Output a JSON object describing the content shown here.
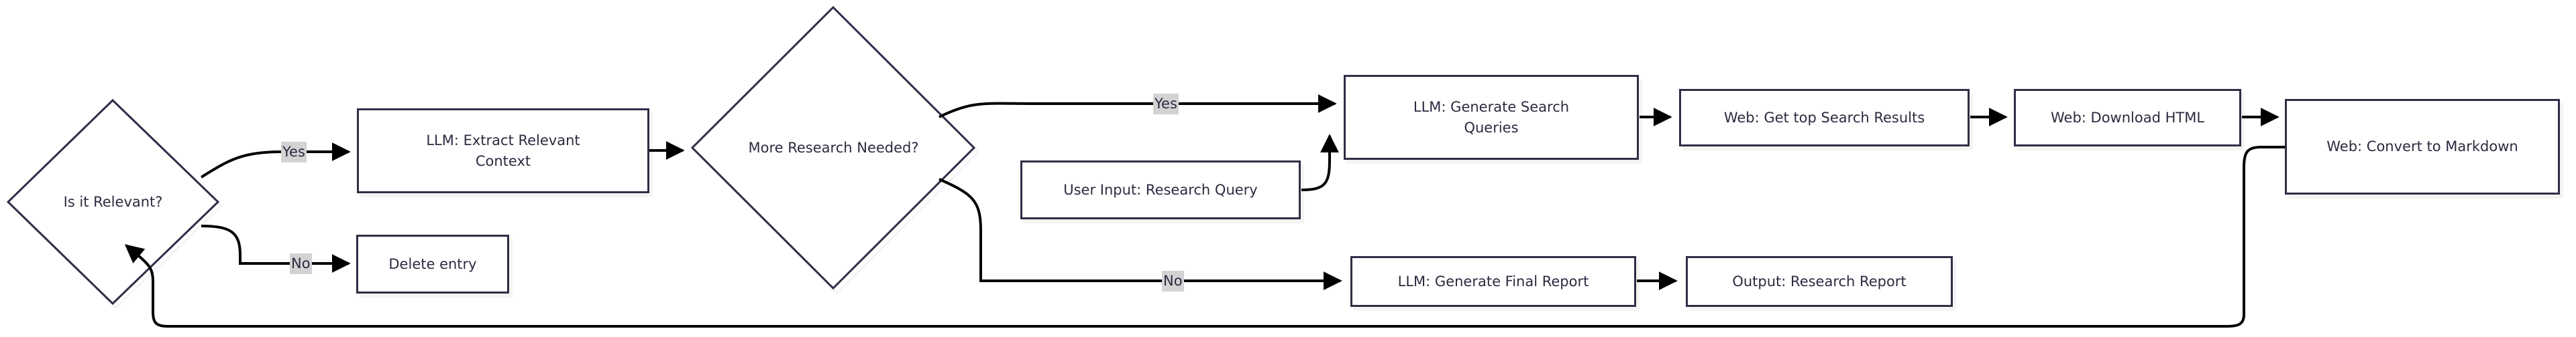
{
  "diagram": {
    "type": "flowchart",
    "orientation": "left-to-right",
    "theme": {
      "background": "#ffffff",
      "node_border": "#2e2e46",
      "node_fill": "#ffffff",
      "text": "#2b2b40",
      "edge": "#000000",
      "edge_label_bg": "#d3d3d3"
    },
    "nodes": [
      {
        "id": "is-relevant",
        "shape": "diamond",
        "label": "Is it Relevant?"
      },
      {
        "id": "extract-context",
        "shape": "rectangle",
        "label": "LLM: Extract Relevant Context"
      },
      {
        "id": "delete-entry",
        "shape": "rectangle",
        "label": "Delete entry"
      },
      {
        "id": "more-research",
        "shape": "diamond",
        "label": "More Research Needed?"
      },
      {
        "id": "user-input",
        "shape": "rectangle",
        "label": "User Input: Research Query"
      },
      {
        "id": "generate-queries",
        "shape": "rectangle",
        "label": "LLM: Generate Search Queries"
      },
      {
        "id": "get-search-results",
        "shape": "rectangle",
        "label": "Web: Get top Search Results"
      },
      {
        "id": "download-html",
        "shape": "rectangle",
        "label": "Web: Download HTML"
      },
      {
        "id": "convert-markdown",
        "shape": "rectangle",
        "label": "Web: Convert to Markdown"
      },
      {
        "id": "final-report",
        "shape": "rectangle",
        "label": "LLM: Generate Final Report"
      },
      {
        "id": "output-report",
        "shape": "rectangle",
        "label": "Output: Research Report"
      }
    ],
    "edge_labels": {
      "relevant_yes": "Yes",
      "relevant_no": "No",
      "research_yes": "Yes",
      "research_no": "No"
    },
    "edges": [
      {
        "from": "is-relevant",
        "to": "extract-context",
        "label": "Yes"
      },
      {
        "from": "is-relevant",
        "to": "delete-entry",
        "label": "No"
      },
      {
        "from": "extract-context",
        "to": "more-research",
        "label": ""
      },
      {
        "from": "more-research",
        "to": "generate-queries",
        "label": "Yes"
      },
      {
        "from": "more-research",
        "to": "final-report",
        "label": "No"
      },
      {
        "from": "user-input",
        "to": "generate-queries",
        "label": ""
      },
      {
        "from": "generate-queries",
        "to": "get-search-results",
        "label": ""
      },
      {
        "from": "get-search-results",
        "to": "download-html",
        "label": ""
      },
      {
        "from": "download-html",
        "to": "convert-markdown",
        "label": ""
      },
      {
        "from": "convert-markdown",
        "to": "is-relevant",
        "label": ""
      },
      {
        "from": "final-report",
        "to": "output-report",
        "label": ""
      }
    ]
  }
}
